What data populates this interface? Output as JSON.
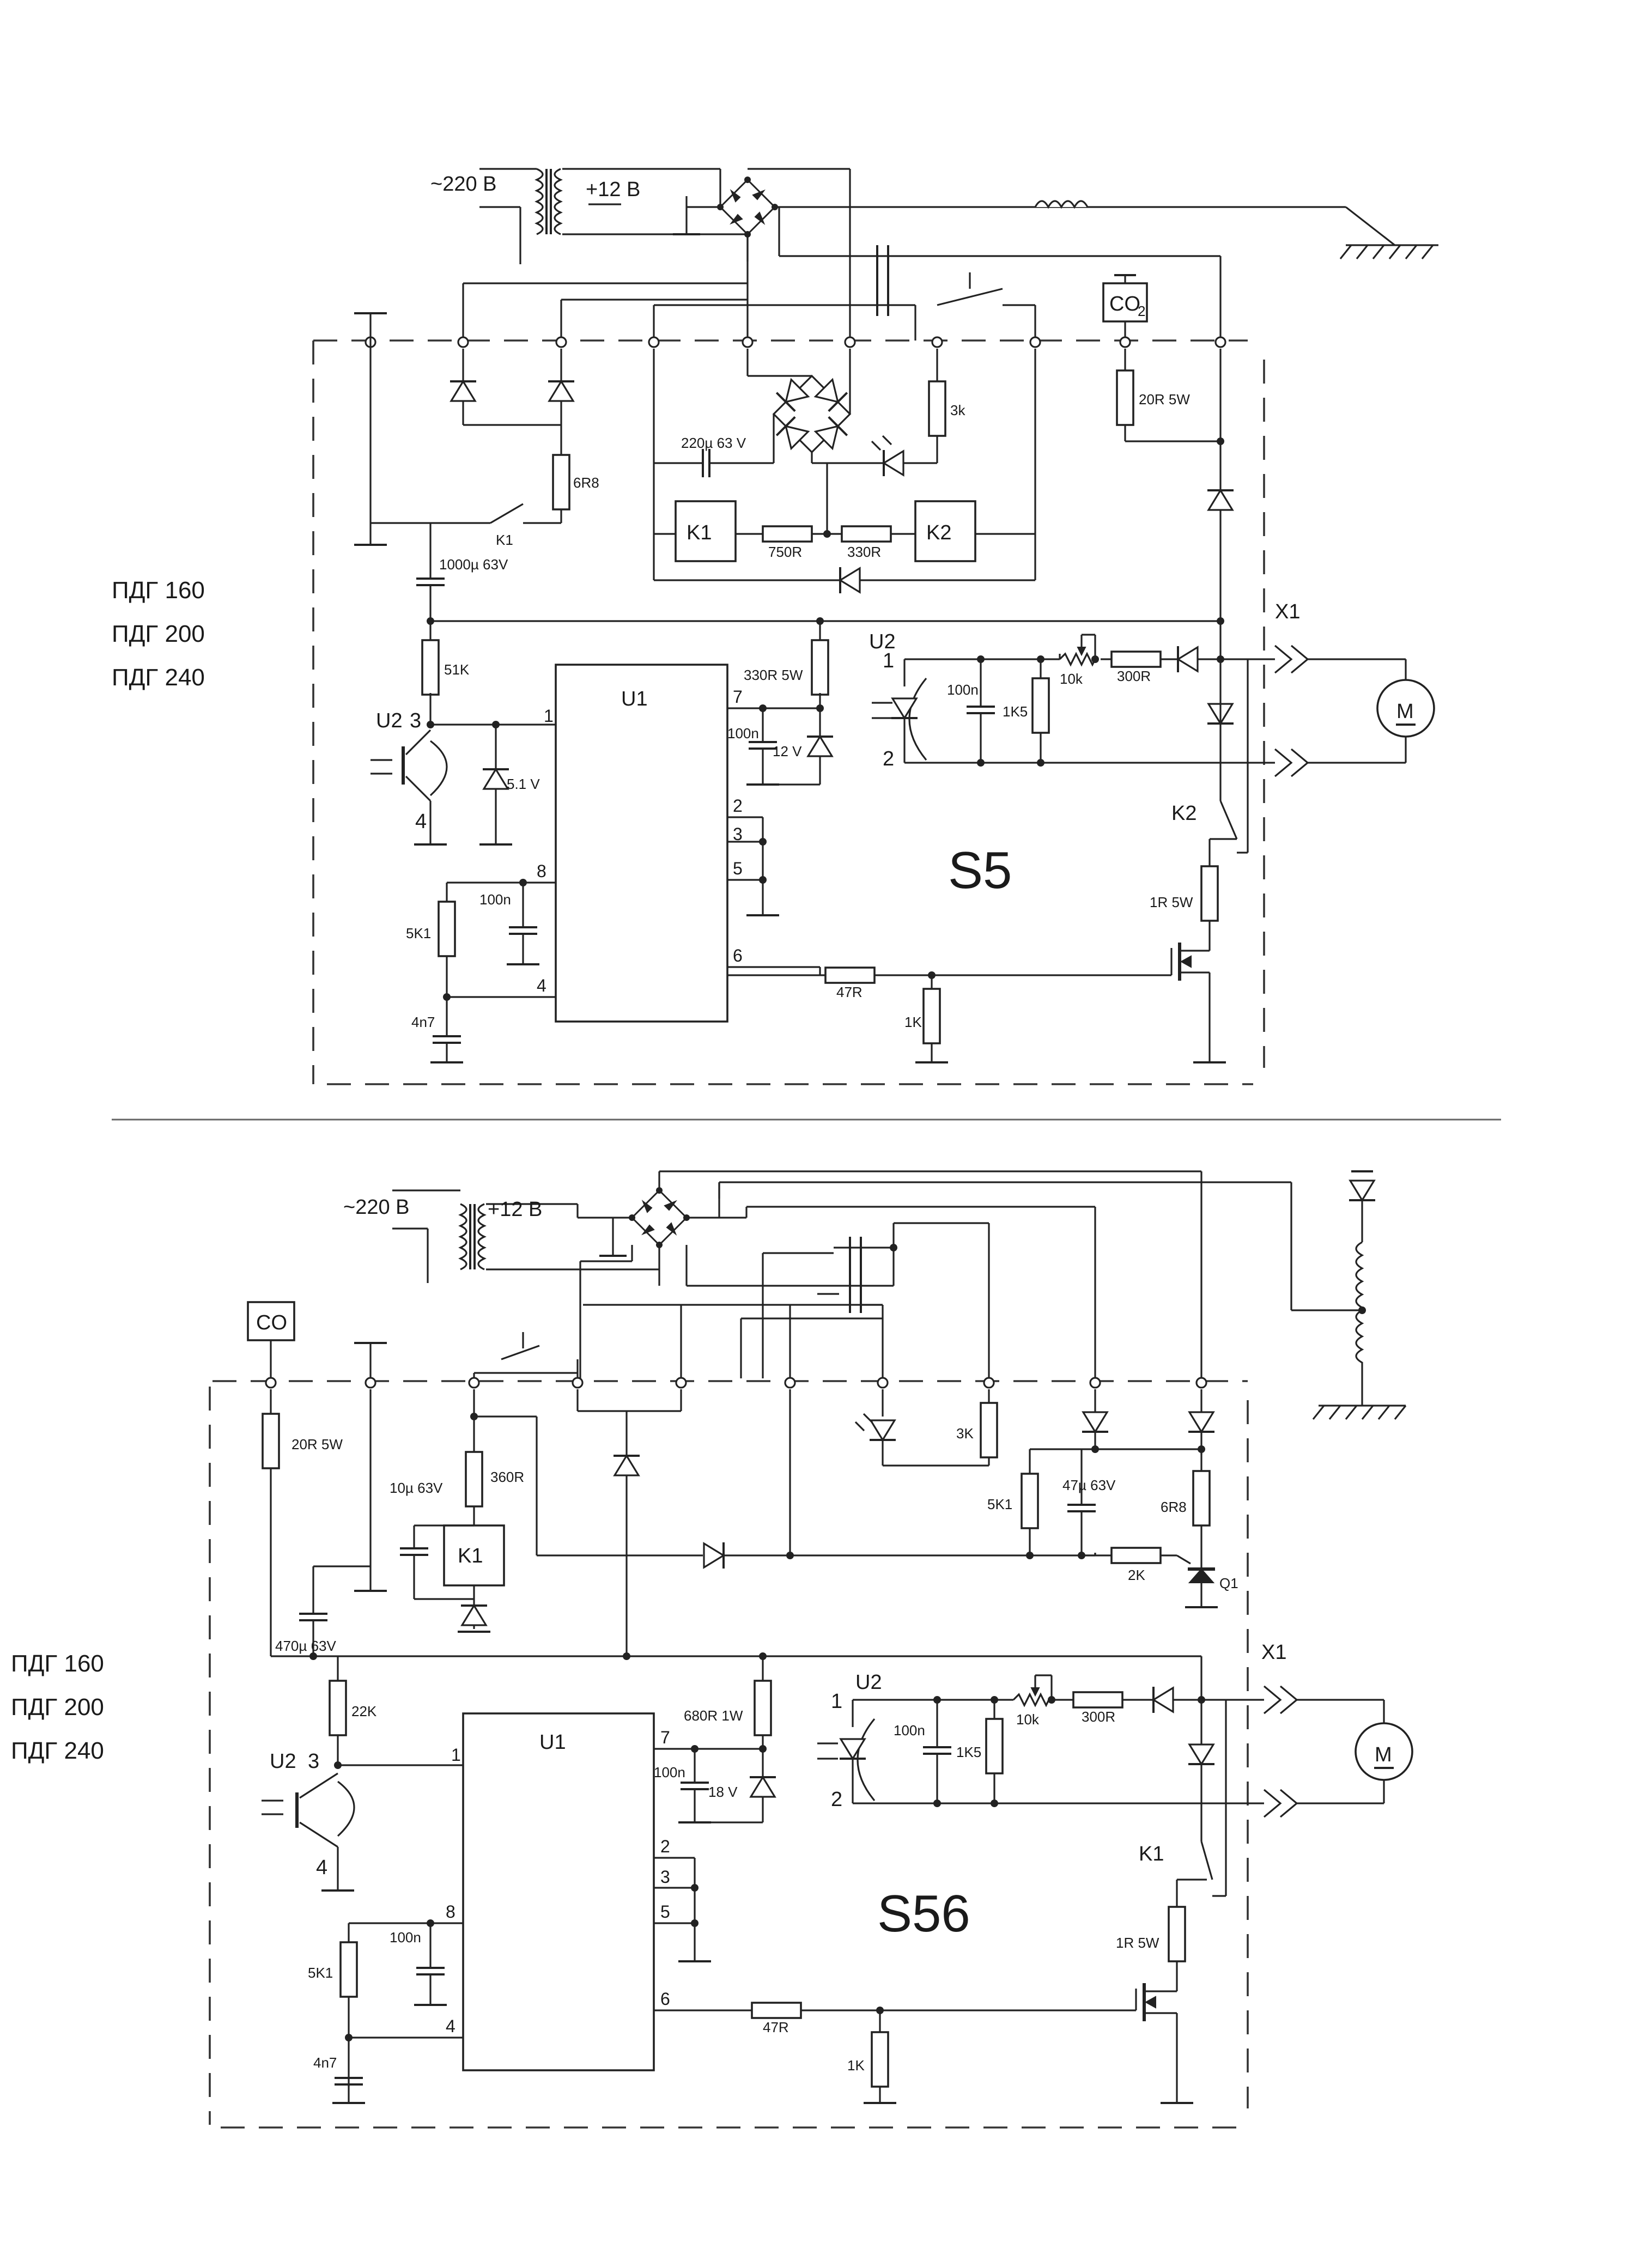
{
  "diagrams": [
    {
      "id": "S5",
      "title": "S5",
      "labels": {
        "mains": "~220 В",
        "secondary": "+12 В",
        "co2": "CO",
        "co2_sub": "2",
        "x1": "X1",
        "u1": "U1",
        "u2_left": "U2",
        "u2_pin3": "3",
        "u2_pin4": "4",
        "u2_right": "U2",
        "u2r_pin1": "1",
        "u2r_pin2": "2",
        "k1_relay": "K1",
        "k2_relay": "K2",
        "k1_contact": "K1",
        "k2_contact": "K2",
        "motor": "M",
        "pin1": "1",
        "pin2": "2",
        "pin3": "3",
        "pin4": "4",
        "pin5": "5",
        "pin6": "6",
        "pin7": "7",
        "pin8": "8"
      },
      "components": {
        "c_bulk": "1000µ 63V",
        "c_bridge": "220µ 63 V",
        "r_6r8": "6R8",
        "r_3k": "3k",
        "r_750": "750R",
        "r_330": "330R",
        "r_20r": "20R 5W",
        "r_51k": "51K",
        "z_51": "5.1 V",
        "r_330_5w": "330R 5W",
        "c_100n_a": "100n",
        "z_12": "12 V",
        "c_100n_b": "100n",
        "r_1k5": "1K5",
        "pot_10k": "10k",
        "r_300": "300R",
        "c_100n_c": "100n",
        "r_5k1": "5K1",
        "c_4n7": "4n7",
        "r_47": "47R",
        "r_1k": "1K",
        "r_1r": "1R 5W"
      }
    },
    {
      "id": "S56",
      "title": "S56",
      "labels": {
        "mains": "~220 В",
        "secondary": "+12 В",
        "co": "CO",
        "x1": "X1",
        "u1": "U1",
        "u2_left": "U2",
        "u2_pin3": "3",
        "u2_pin4": "4",
        "u2_right": "U2",
        "u2r_pin1": "1",
        "u2r_pin2": "2",
        "k1_relay": "K1",
        "k1_contact": "K1",
        "q1": "Q1",
        "motor": "M",
        "pin1": "1",
        "pin2": "2",
        "pin3": "3",
        "pin4": "4",
        "pin5": "5",
        "pin6": "6",
        "pin7": "7",
        "pin8": "8"
      },
      "components": {
        "r_20r": "20R 5W",
        "r_360": "360R",
        "c_10u": "10µ 63V",
        "r_3k": "3K",
        "r_5k1_top": "5K1",
        "c_47u": "47µ 63V",
        "r_6r8": "6R8",
        "r_2k": "2K",
        "c_470u": "470µ 63V",
        "r_22k": "22K",
        "r_680": "680R 1W",
        "c_100n_a": "100n",
        "z_18": "18 V",
        "c_100n_b": "100n",
        "r_1k5": "1K5",
        "pot_10k": "10k",
        "r_300": "300R",
        "c_100n_c": "100n",
        "r_5k1": "5K1",
        "c_4n7": "4n7",
        "r_47": "47R",
        "r_1k": "1K",
        "r_1r": "1R 5W"
      }
    }
  ],
  "models": [
    {
      "text": "ПДГ 160"
    },
    {
      "text": "ПДГ 200"
    },
    {
      "text": "ПДГ 240"
    }
  ],
  "models_b": [
    {
      "text": "ПДГ 160"
    },
    {
      "text": "ПДГ 200"
    },
    {
      "text": "ПДГ 240"
    }
  ]
}
